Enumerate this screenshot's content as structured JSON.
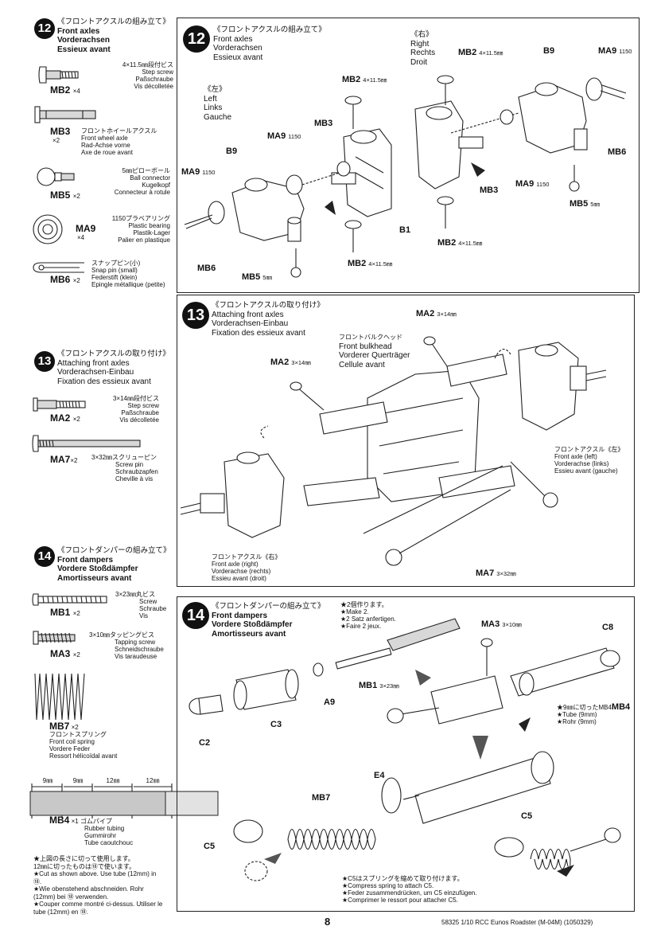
{
  "step12": {
    "num": "12",
    "jp": "《フロントアクスルの組み立て》",
    "en": "Front axles",
    "de": "Vorderachsen",
    "fr": "Essieux avant",
    "left_jp": "《左》",
    "left_en": "Left",
    "left_de": "Links",
    "left_fr": "Gauche",
    "right_jp": "《右》",
    "right_en": "Right",
    "right_de": "Rechts",
    "right_fr": "Droit"
  },
  "step13": {
    "num": "13",
    "jp": "《フロントアクスルの取り付け》",
    "en": "Attaching front axles",
    "de": "Vorderachsen-Einbau",
    "fr": "Fixation des essieux avant",
    "bulkhead_jp": "フロントバルクヘッド",
    "bulkhead_en": "Front bulkhead",
    "bulkhead_de": "Vorderer Querträger",
    "bulkhead_fr": "Cellule avant",
    "axle_left_jp": "フロントアクスル《左》",
    "axle_left_en": "Front axle (left)",
    "axle_left_de": "Vorderachse (links)",
    "axle_left_fr": "Essieu avant (gauche)",
    "axle_right_jp": "フロントアクスル《右》",
    "axle_right_en": "Front axle (right)",
    "axle_right_de": "Vorderachse (rechts)",
    "axle_right_fr": "Essieu avant (droit)"
  },
  "step14": {
    "num": "14",
    "jp": "《フロントダンパーの組み立て》",
    "en": "Front dampers",
    "de": "Vordere Stoßdämpfer",
    "fr": "Amortisseurs avant",
    "make_jp": "★2個作ります。",
    "make_en": "★Make 2.",
    "make_de": "★2 Satz anfertigen.",
    "make_fr": "★Faire 2 jeux.",
    "tube_jp": "★9㎜に切ったMB4",
    "tube_en": "★Tube (9mm)",
    "tube_de": "★Rohr (9mm)",
    "c5_jp": "★C5はスプリングを縮めて取り付けます。",
    "c5_en": "★Compress spring to attach C5.",
    "c5_de": "★Feder zusammendrücken, um C5 einzufügen.",
    "c5_fr": "★Comprimer le ressort pour attacher C5."
  },
  "bag_parts": [
    {
      "code": "MB2",
      "qty": "×4",
      "size_jp": "4×11.5㎜段付ビス",
      "en": "Step screw",
      "de": "Paßschraube",
      "fr": "Vis décolletée"
    },
    {
      "code": "MB3",
      "qty": "×2",
      "size_jp": "フロントホイールアクスル",
      "en": "Front wheel axle",
      "de": "Rad-Achse vorne",
      "fr": "Axe de roue avant"
    },
    {
      "code": "MB5",
      "qty": "×2",
      "size_jp": "5㎜ピローボール",
      "en": "Ball connector",
      "de": "Kugelkopf",
      "fr": "Connecteur à rotule"
    },
    {
      "code": "MA9",
      "qty": "×4",
      "size_jp": "1150プラベアリング",
      "en": "Plastic bearing",
      "de": "Plastik-Lager",
      "fr": "Palier en plastique"
    },
    {
      "code": "MB6",
      "qty": "×2",
      "size_jp": "スナップピン(小)",
      "en": "Snap pin (small)",
      "de": "Federstift (klein)",
      "fr": "Epingle métallique (petite)"
    },
    {
      "code": "MA2",
      "qty": "×2",
      "size_jp": "3×14㎜段付ビス",
      "en": "Step screw",
      "de": "Paßschraube",
      "fr": "Vis décolletée"
    },
    {
      "code": "MA7",
      "qty": "×2",
      "size_jp": "3×32㎜スクリューピン",
      "en": "Screw pin",
      "de": "Schraubzapfen",
      "fr": "Cheville à vis"
    },
    {
      "code": "MB1",
      "qty": "×2",
      "size_jp": "3×23㎜丸ビス",
      "en": "Screw",
      "de": "Schraube",
      "fr": "Vis"
    },
    {
      "code": "MA3",
      "qty": "×2",
      "size_jp": "3×10㎜タッピングビス",
      "en": "Tapping screw",
      "de": "Schneidschraube",
      "fr": "Vis taraudeuse"
    },
    {
      "code": "MB7",
      "qty": "×2",
      "size_jp": "フロントスプリング",
      "en": "Front coil spring",
      "de": "Vordere Feder",
      "fr": "Ressort hélicoïdal avant"
    },
    {
      "code": "MB4",
      "qty": "×1",
      "size_jp": "ゴムパイプ",
      "en": "Rubber tubing",
      "de": "Gummirohr",
      "fr": "Tube caoutchouc"
    }
  ],
  "tube_ruler": [
    "9㎜",
    "9㎜",
    "12㎜",
    "12㎜"
  ],
  "tube_notes": [
    "★上図の長さに切って使用します。",
    "12㎜に切ったものは⑱で使います。",
    "★Cut as shown above. Use tube (12mm) in ⑱.",
    "★Wie obenstehend abschneiden. Rohr (12mm) bei ⑱ verwenden.",
    "★Couper comme montré ci-dessus. Utiliser le tube (12mm) en ⑱."
  ],
  "callouts": {
    "mb2": "MB2",
    "mb2_size": "4×11.5㎜",
    "mb3": "MB3",
    "mb5": "MB5",
    "mb5_size": "5㎜",
    "ma9": "MA9",
    "ma9_size": "1150",
    "mb6": "MB6",
    "b9": "B9",
    "b1": "B1",
    "ma2": "MA2",
    "ma2_size": "3×14㎜",
    "ma7": "MA7",
    "ma7_size": "3×32㎜",
    "mb1": "MB1",
    "mb1_size": "3×23㎜",
    "ma3": "MA3",
    "ma3_size": "3×10㎜",
    "c8": "C8",
    "c3": "C3",
    "c2": "C2",
    "a9": "A9",
    "mb4": "MB4",
    "e4": "E4",
    "mb7": "MB7",
    "c5": "C5"
  },
  "footer": {
    "page": "8",
    "product": "58325  1/10 RCC Eunos Roadster (M-04M) (1050329)"
  }
}
